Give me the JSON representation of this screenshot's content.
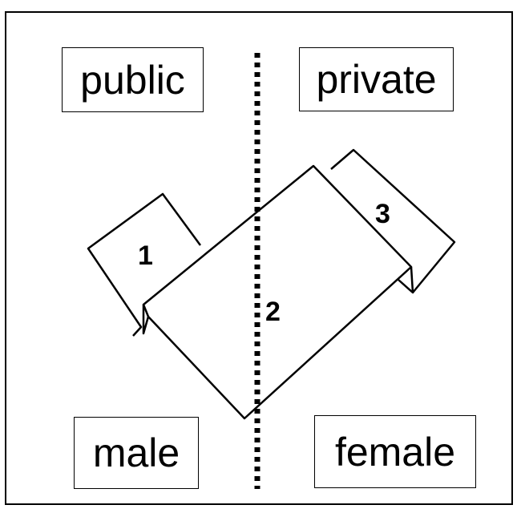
{
  "labels": {
    "public": "public",
    "private": "private",
    "male": "male",
    "female": "female"
  },
  "regions": {
    "one": "1",
    "two": "2",
    "three": "3"
  },
  "colors": {
    "ink": "#000000",
    "background": "#ffffff"
  }
}
